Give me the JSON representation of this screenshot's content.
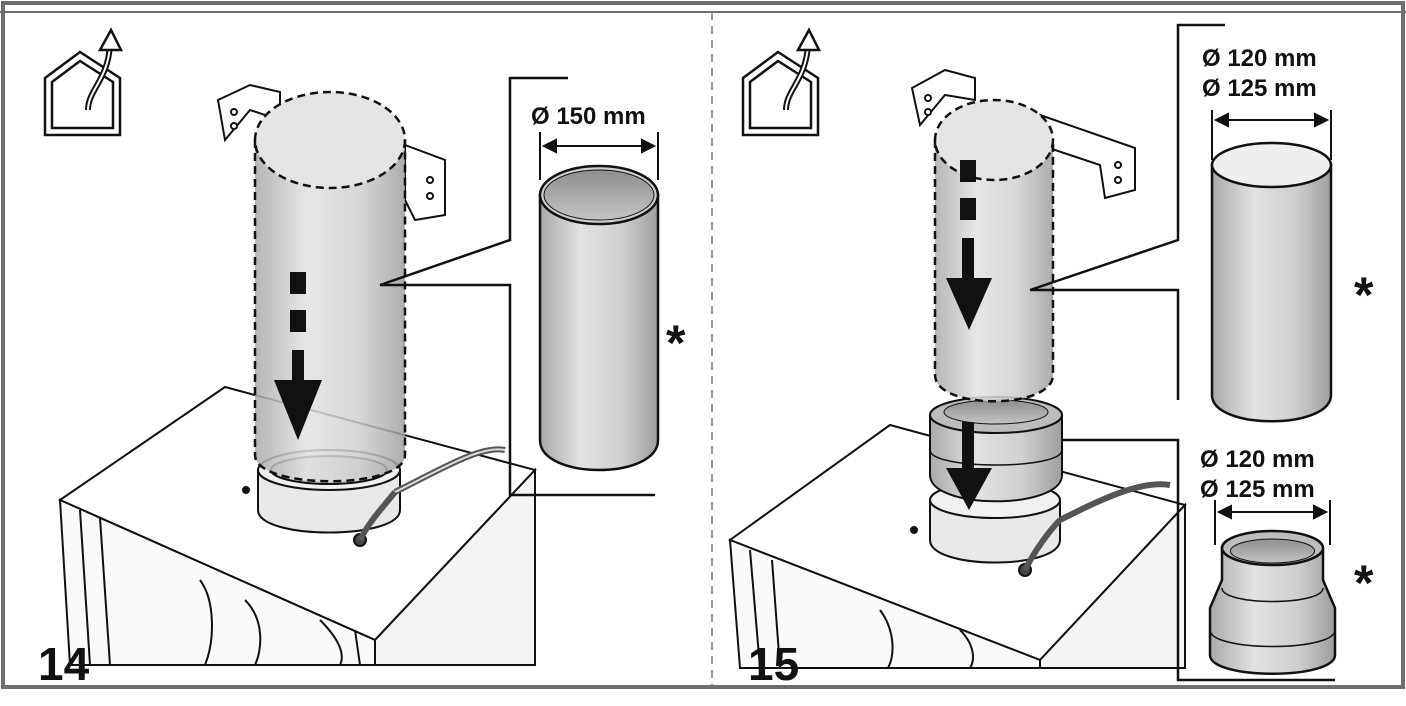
{
  "panels": [
    {
      "step": "14",
      "pipe_diameter": "Ø 150 mm",
      "optional_mark": "*",
      "icon": "house-outdoor-exhaust-icon"
    },
    {
      "step": "15",
      "pipe_diameter_1": "Ø 120 mm",
      "pipe_diameter_2": "Ø 125 mm",
      "pipe_optional_mark": "*",
      "adapter_diameter_1": "Ø 120 mm",
      "adapter_diameter_2": "Ø 125 mm",
      "adapter_optional_mark": "*",
      "icon": "house-outdoor-exhaust-icon"
    }
  ],
  "colors": {
    "frame": "#6e6e6e",
    "pipe_fill": "#d6d6d6",
    "pipe_shadow": "#b9b9b9",
    "line": "#1a1a1a"
  }
}
